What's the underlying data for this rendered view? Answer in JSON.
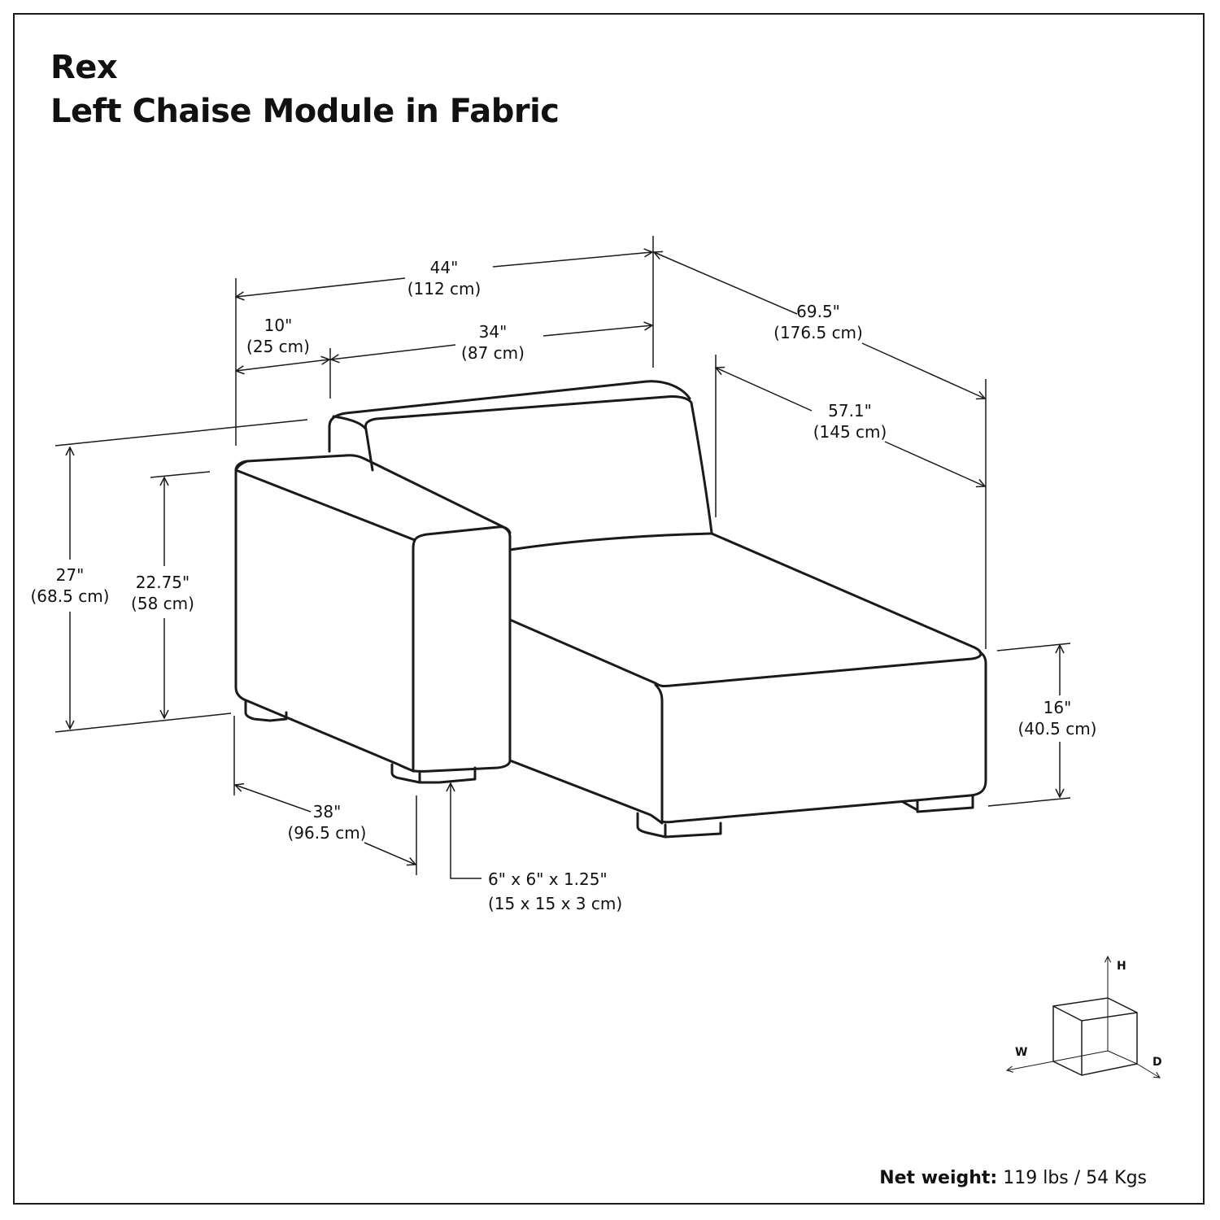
{
  "title": {
    "line1": "Rex",
    "line2": "Left Chaise Module in Fabric"
  },
  "dimensions": {
    "overall_width": {
      "in": "44\"",
      "cm": "(112 cm)"
    },
    "arm_width": {
      "in": "10\"",
      "cm": "(25 cm)"
    },
    "seat_width": {
      "in": "34\"",
      "cm": "(87 cm)"
    },
    "overall_depth": {
      "in": "69.5\"",
      "cm": "(176.5 cm)"
    },
    "seat_depth": {
      "in": "57.1\"",
      "cm": "(145 cm)"
    },
    "overall_height": {
      "in": "27\"",
      "cm": "(68.5 cm)"
    },
    "arm_height": {
      "in": "22.75\"",
      "cm": "(58 cm)"
    },
    "seat_height": {
      "in": "16\"",
      "cm": "(40.5 cm)"
    },
    "arm_depth": {
      "in": "38\"",
      "cm": "(96.5 cm)"
    },
    "leg_size": {
      "in": "6\" x 6\" x 1.25\"",
      "cm": "(15 x 15 x 3 cm)"
    }
  },
  "axes": {
    "h": "H",
    "w": "W",
    "d": "D"
  },
  "weight": {
    "label": "Net weight:",
    "value": " 119 lbs / 54 Kgs"
  },
  "colors": {
    "line": "#1a1a1a",
    "background": "#ffffff"
  }
}
